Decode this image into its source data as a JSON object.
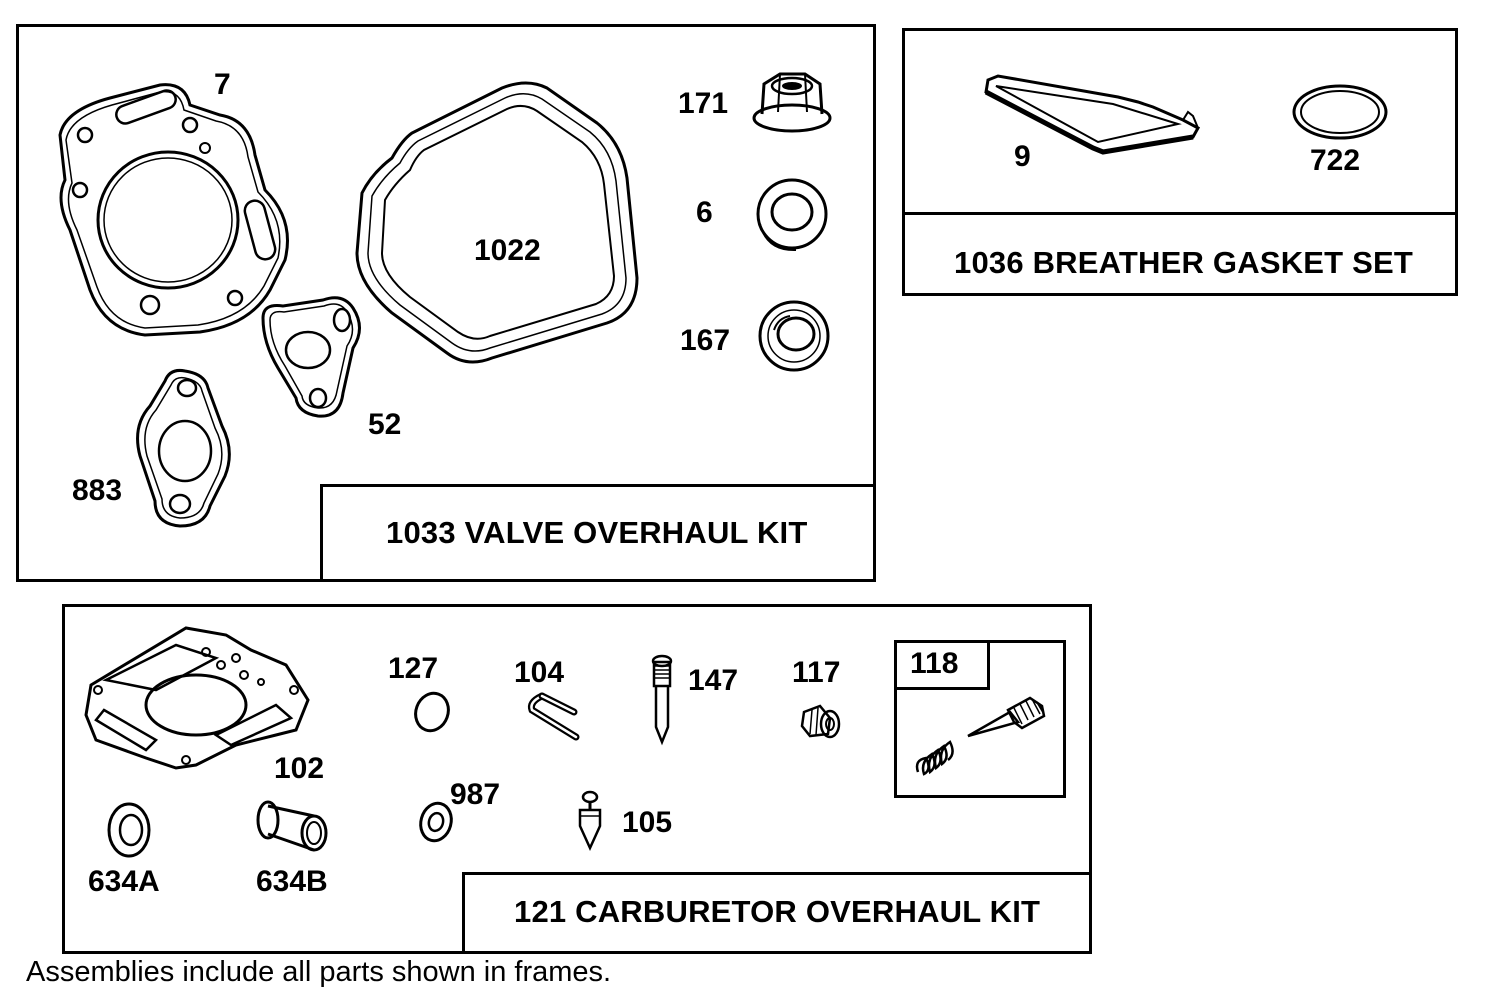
{
  "kits": {
    "valve": {
      "title": "1033 VALVE OVERHAUL KIT",
      "labels": {
        "p7": "7",
        "p1022": "1022",
        "p171": "171",
        "p6": "6",
        "p167": "167",
        "p52": "52",
        "p883": "883"
      }
    },
    "breather": {
      "title": "1036 BREATHER GASKET SET",
      "labels": {
        "p9": "9",
        "p722": "722"
      }
    },
    "carburetor": {
      "title": "121 CARBURETOR OVERHAUL KIT",
      "labels": {
        "p127": "127",
        "p104": "104",
        "p147": "147",
        "p117": "117",
        "p118": "118",
        "p102": "102",
        "p987": "987",
        "p105": "105",
        "p634a": "634A",
        "p634b": "634B"
      }
    }
  },
  "footnote": "Assemblies include all parts shown in frames."
}
